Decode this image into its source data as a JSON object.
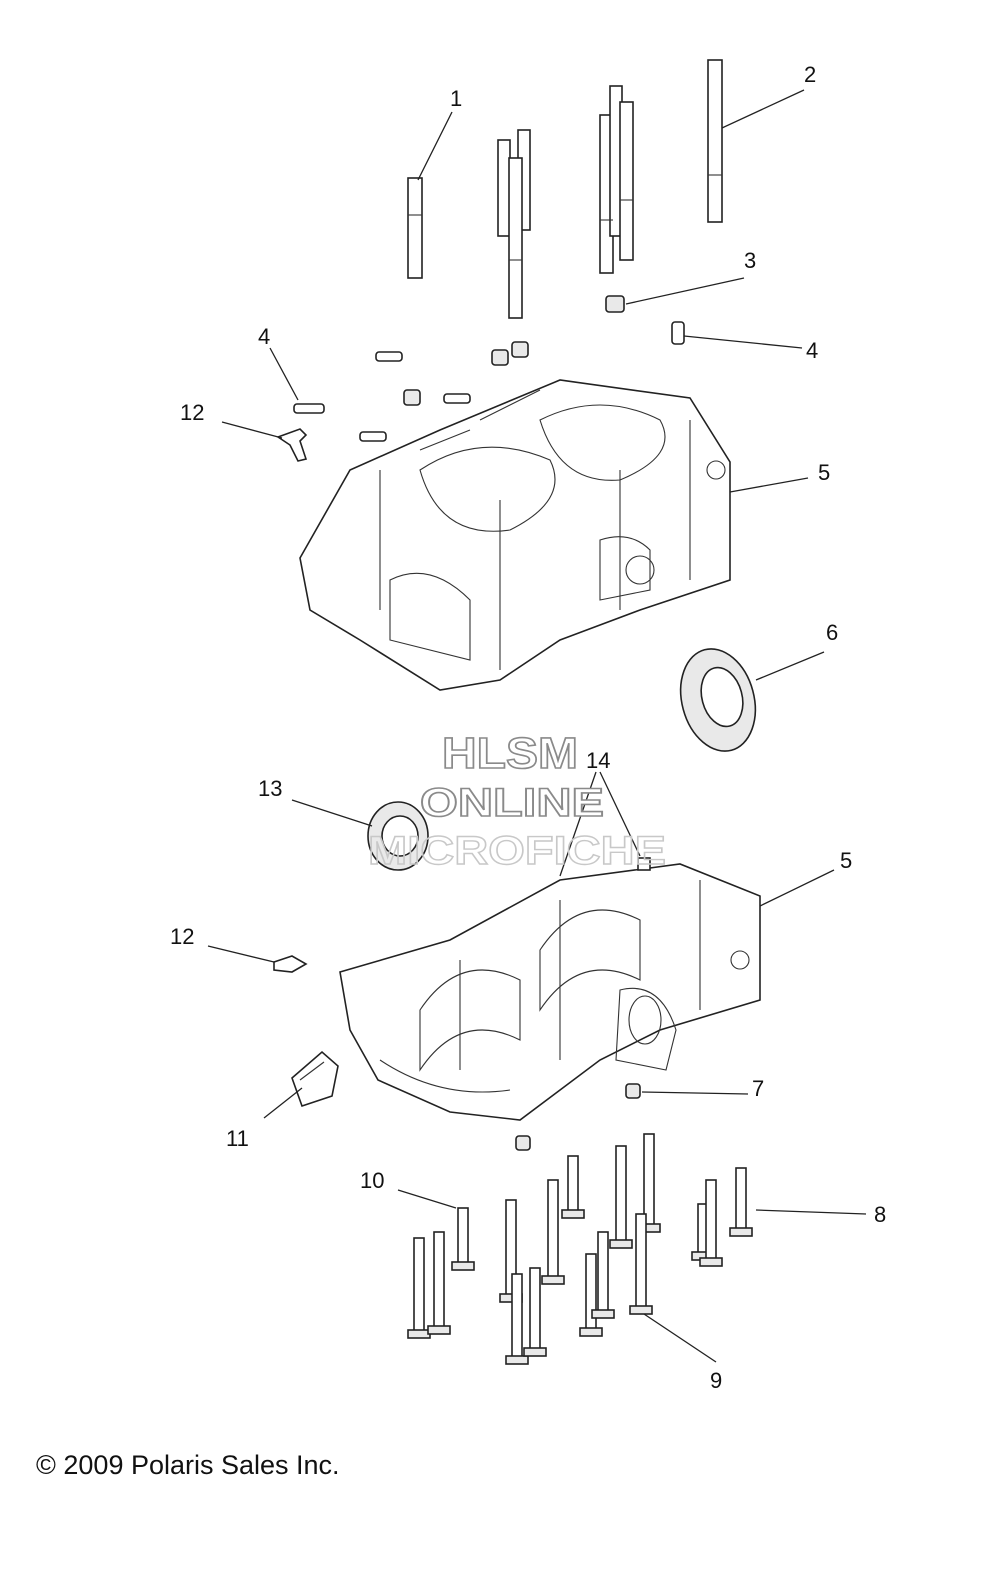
{
  "watermark": {
    "line1": "HLSM",
    "line2": "ONLINE",
    "line3": "MICROFICHE"
  },
  "copyright": "© 2009 Polaris Sales Inc.",
  "callouts": {
    "c1": "1",
    "c2": "2",
    "c3": "3",
    "c4a": "4",
    "c4b": "4",
    "c12a": "12",
    "c5a": "5",
    "c6": "6",
    "c13": "13",
    "c14": "14",
    "c5b": "5",
    "c12b": "12",
    "c7": "7",
    "c11": "11",
    "c10": "10",
    "c8": "8",
    "c9": "9"
  }
}
